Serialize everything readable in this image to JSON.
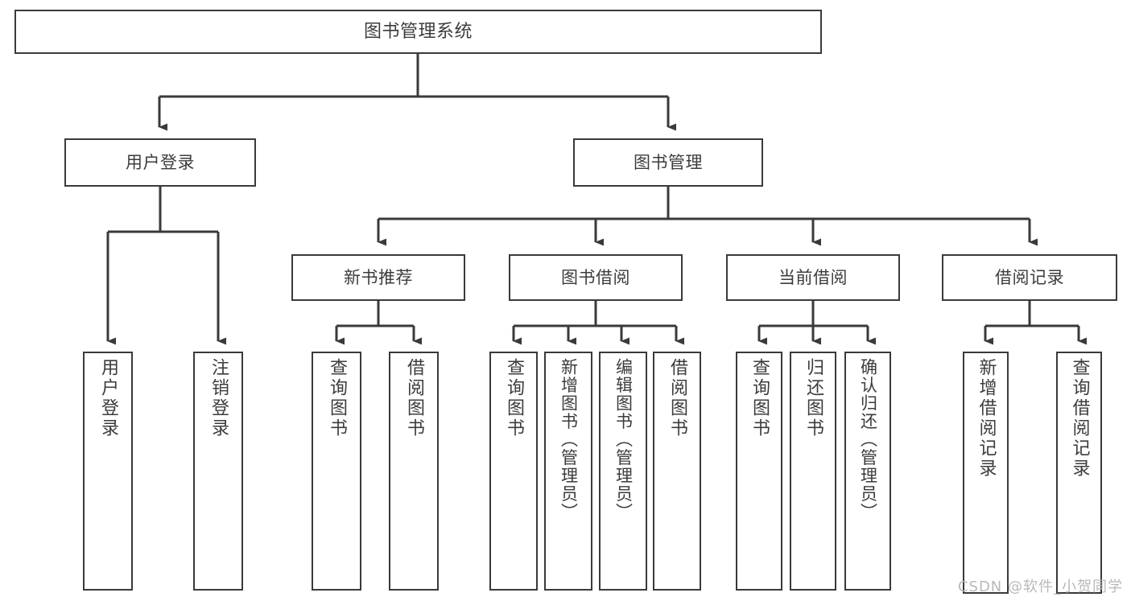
{
  "diagram": {
    "title": "图书管理系统",
    "type": "tree-hierarchy-chart",
    "colors": {
      "box_border": "#3a3a3a",
      "box_fill": "#ffffff",
      "connector": "#3a3a3a",
      "text": "#3c3c3c",
      "watermark": "#b9b9b9",
      "background": "#ffffff"
    },
    "root": {
      "id": "root",
      "label": "图书管理系统"
    },
    "level2": [
      {
        "id": "login",
        "label": "用户登录"
      },
      {
        "id": "bookmgmt",
        "label": "图书管理"
      }
    ],
    "level3": [
      {
        "id": "newbook",
        "label": "新书推荐",
        "parent": "bookmgmt"
      },
      {
        "id": "borrow",
        "label": "图书借阅",
        "parent": "bookmgmt"
      },
      {
        "id": "current",
        "label": "当前借阅",
        "parent": "bookmgmt"
      },
      {
        "id": "record",
        "label": "借阅记录",
        "parent": "bookmgmt"
      }
    ],
    "leaves": {
      "login": [
        {
          "id": "leaf-user-login",
          "label": "用户登录"
        },
        {
          "id": "leaf-logout",
          "label": "注销登录"
        }
      ],
      "newbook": [
        {
          "id": "leaf-query-book-1",
          "label": "查询图书"
        },
        {
          "id": "leaf-borrow-book-1",
          "label": "借阅图书"
        }
      ],
      "borrow": [
        {
          "id": "leaf-query-book-2",
          "label": "查询图书"
        },
        {
          "id": "leaf-add-book",
          "label": "新增图书（管理员）"
        },
        {
          "id": "leaf-edit-book",
          "label": "编辑图书（管理员）"
        },
        {
          "id": "leaf-borrow-book-2",
          "label": "借阅图书"
        }
      ],
      "current": [
        {
          "id": "leaf-query-book-3",
          "label": "查询图书"
        },
        {
          "id": "leaf-return-book",
          "label": "归还图书"
        },
        {
          "id": "leaf-confirm-return",
          "label": "确认归还（管理员）"
        }
      ],
      "record": [
        {
          "id": "leaf-add-record",
          "label": "新增借阅记录"
        },
        {
          "id": "leaf-query-record",
          "label": "查询借阅记录"
        }
      ]
    },
    "watermark": "CSDN @软件_小贺同学"
  }
}
